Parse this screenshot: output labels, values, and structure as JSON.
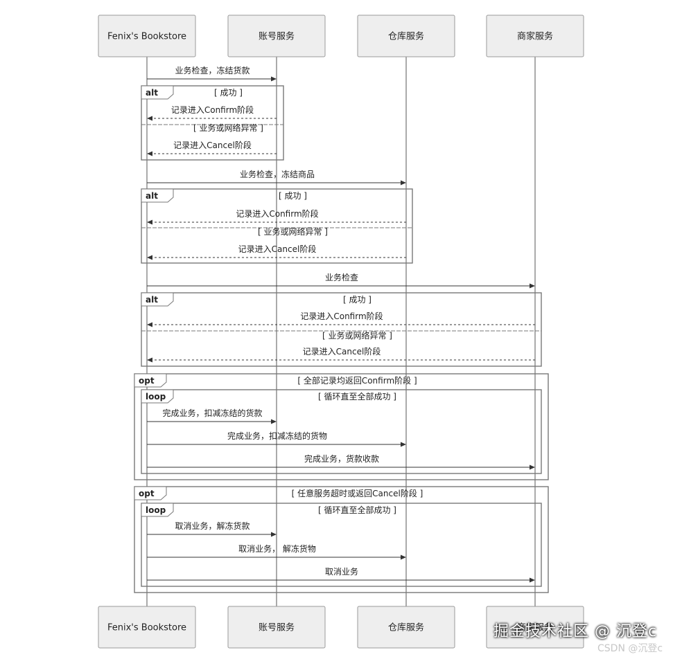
{
  "participants": [
    {
      "id": "store",
      "label": "Fenix's Bookstore"
    },
    {
      "id": "account",
      "label": "账号服务"
    },
    {
      "id": "warehouse",
      "label": "仓库服务"
    },
    {
      "id": "merchant",
      "label": "商家服务"
    }
  ],
  "messages": [
    {
      "from": "store",
      "to": "account",
      "label": "业务检查，冻结货款",
      "style": "solid"
    },
    {
      "from": "account",
      "to": "store",
      "label": "记录进入Confirm阶段",
      "style": "dashed"
    },
    {
      "from": "account",
      "to": "store",
      "label": "记录进入Cancel阶段",
      "style": "dashed"
    },
    {
      "from": "store",
      "to": "warehouse",
      "label": "业务检查，冻结商品",
      "style": "solid"
    },
    {
      "from": "warehouse",
      "to": "store",
      "label": "记录进入Confirm阶段",
      "style": "dashed"
    },
    {
      "from": "warehouse",
      "to": "store",
      "label": "记录进入Cancel阶段",
      "style": "dashed"
    },
    {
      "from": "store",
      "to": "merchant",
      "label": "业务检查",
      "style": "solid"
    },
    {
      "from": "merchant",
      "to": "store",
      "label": "记录进入Confirm阶段",
      "style": "dashed"
    },
    {
      "from": "merchant",
      "to": "store",
      "label": "记录进入Cancel阶段",
      "style": "dashed"
    },
    {
      "from": "store",
      "to": "account",
      "label": "完成业务，扣减冻结的货款",
      "style": "solid"
    },
    {
      "from": "store",
      "to": "warehouse",
      "label": "完成业务，扣减冻结的货物",
      "style": "solid"
    },
    {
      "from": "store",
      "to": "merchant",
      "label": "完成业务，货款收款",
      "style": "solid"
    },
    {
      "from": "store",
      "to": "account",
      "label": "取消业务，解冻货款",
      "style": "solid"
    },
    {
      "from": "store",
      "to": "warehouse",
      "label": "取消业务， 解冻货物",
      "style": "solid"
    },
    {
      "from": "store",
      "to": "merchant",
      "label": "取消业务",
      "style": "solid"
    }
  ],
  "fragments": [
    {
      "kind": "alt",
      "guard": "[ 成功 ]",
      "else_guard": "[ 业务或网络异常 ]"
    },
    {
      "kind": "alt",
      "guard": "[ 成功 ]",
      "else_guard": "[ 业务或网络异常 ]"
    },
    {
      "kind": "alt",
      "guard": "[ 成功 ]",
      "else_guard": "[ 业务或网络异常 ]"
    },
    {
      "kind": "opt",
      "guard": "[ 全部记录均返回Confirm阶段 ]"
    },
    {
      "kind": "loop",
      "guard": "[ 循环直至全部成功 ]"
    },
    {
      "kind": "opt",
      "guard": "[ 任意服务超时或返回Cancel阶段 ]"
    },
    {
      "kind": "loop",
      "guard": "[ 循环直至全部成功 ]"
    }
  ],
  "watermark": {
    "main": "掘金技术社区 @ 沉登c",
    "sub": "CSDN @沉登c"
  }
}
